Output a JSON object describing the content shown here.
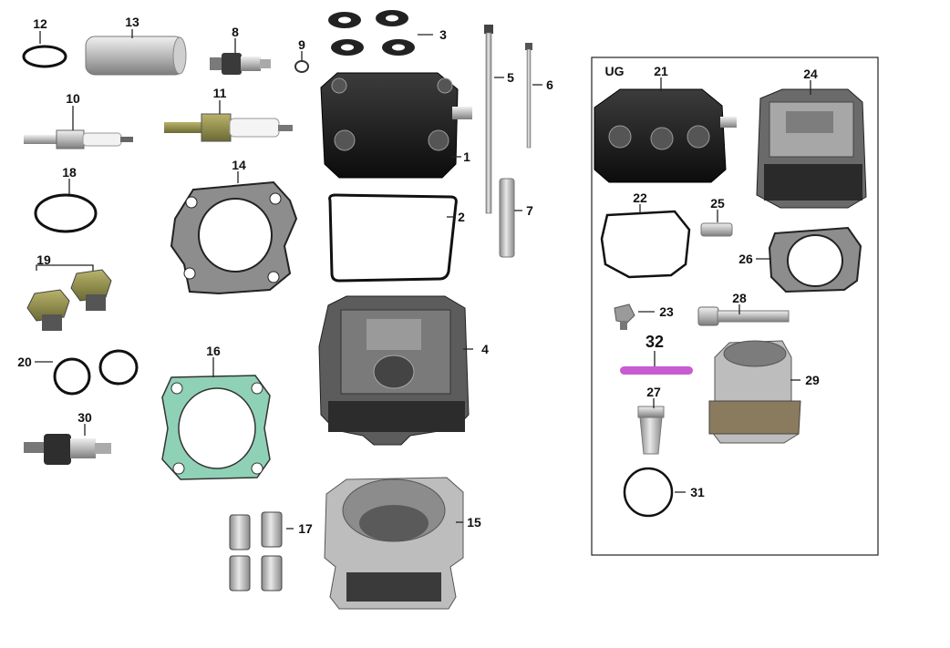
{
  "diagram": {
    "box_label": "UG",
    "part_numbers": [
      "1",
      "2",
      "3",
      "4",
      "5",
      "6",
      "7",
      "8",
      "9",
      "10",
      "11",
      "12",
      "13",
      "14",
      "15",
      "16",
      "17",
      "18",
      "19",
      "20",
      "21",
      "22",
      "23",
      "24",
      "25",
      "26",
      "27",
      "28",
      "29",
      "30",
      "31",
      "32"
    ]
  }
}
